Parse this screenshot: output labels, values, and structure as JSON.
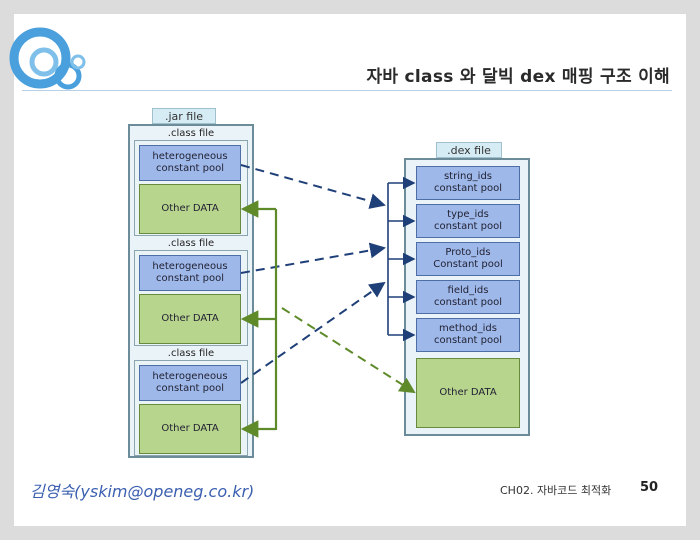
{
  "title": "자바 class 와 달빅 dex  매핑 구조 이해",
  "jar": {
    "label": ".jar file",
    "class_label": ".class file",
    "pool_label_1": "heterogeneous",
    "pool_label_2": "constant pool",
    "other_label": "Other DATA"
  },
  "dex": {
    "label": ".dex file",
    "items": [
      {
        "l1": "string_ids",
        "l2": "constant pool"
      },
      {
        "l1": "type_ids",
        "l2": "constant pool"
      },
      {
        "l1": "Proto_ids",
        "l2": "Constant pool"
      },
      {
        "l1": "field_ids",
        "l2": "constant pool"
      },
      {
        "l1": "method_ids",
        "l2": "constant pool"
      }
    ],
    "other_label": "Other DATA"
  },
  "footer": {
    "author": "김영숙(yskim@openeg.co.kr)",
    "chapter": "CH02. 자바코드 최적화",
    "page": "50"
  },
  "colors": {
    "pool_fill": "#9eb8ea",
    "data_fill": "#b8d58e",
    "dash_arrow": "#1f3f78",
    "green_line": "#5e8a2a",
    "logo": "#3b8fd4"
  }
}
